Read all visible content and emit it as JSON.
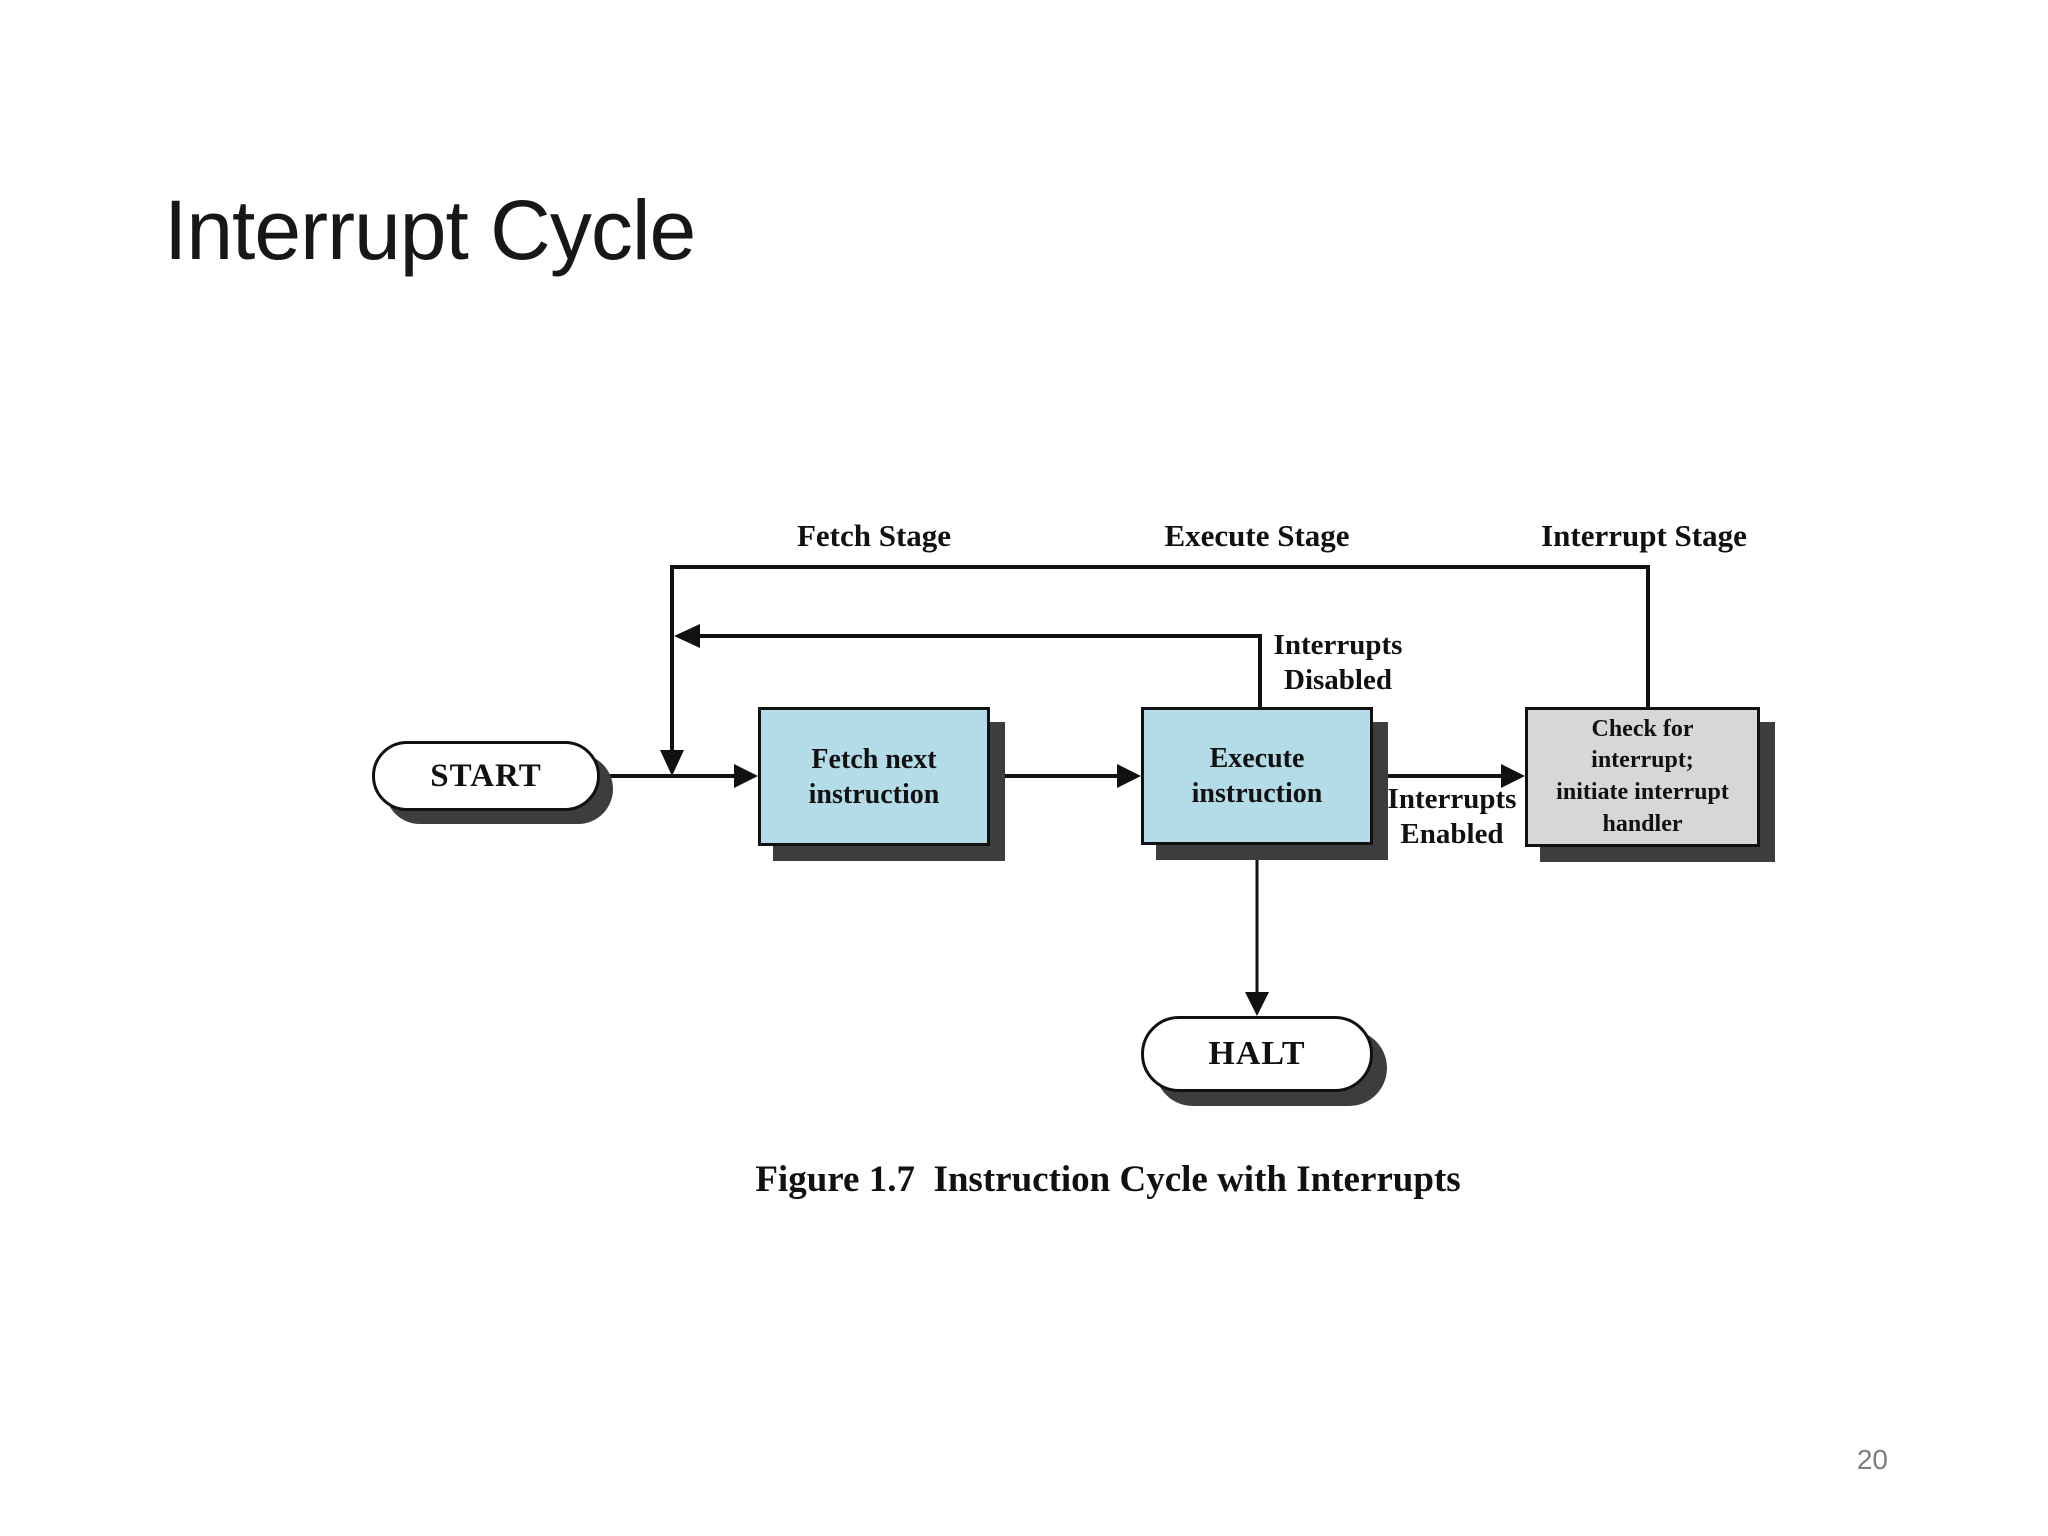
{
  "slide": {
    "title": "Interrupt Cycle",
    "page_number": "20"
  },
  "figure": {
    "stages": [
      {
        "label": "Fetch Stage"
      },
      {
        "label": "Execute Stage"
      },
      {
        "label": "Interrupt Stage"
      }
    ],
    "nodes": {
      "start": "START",
      "fetch": "Fetch next\ninstruction",
      "execute": "Execute\ninstruction",
      "check": "Check for\ninterrupt;\ninitiate interrupt\nhandler",
      "halt": "HALT"
    },
    "edge_labels": {
      "interrupts_disabled": "Interrupts\nDisabled",
      "interrupts_enabled": "Interrupts\nEnabled"
    },
    "caption": "Figure 1.7  Instruction Cycle with Interrupts",
    "colors": {
      "process_box_fill": "#b4dce8",
      "interrupt_box_fill": "#d7d7d7",
      "shadow": "#3d3d3d",
      "line": "#111111",
      "page_number": "#7d7d7d"
    }
  }
}
